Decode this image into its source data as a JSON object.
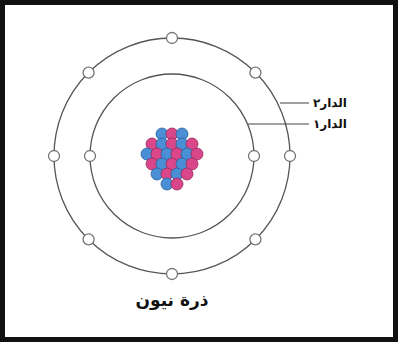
{
  "diagram": {
    "caption": "ذرة نيون",
    "labels": [
      "الدار٢",
      "الدار١"
    ]
  }
}
